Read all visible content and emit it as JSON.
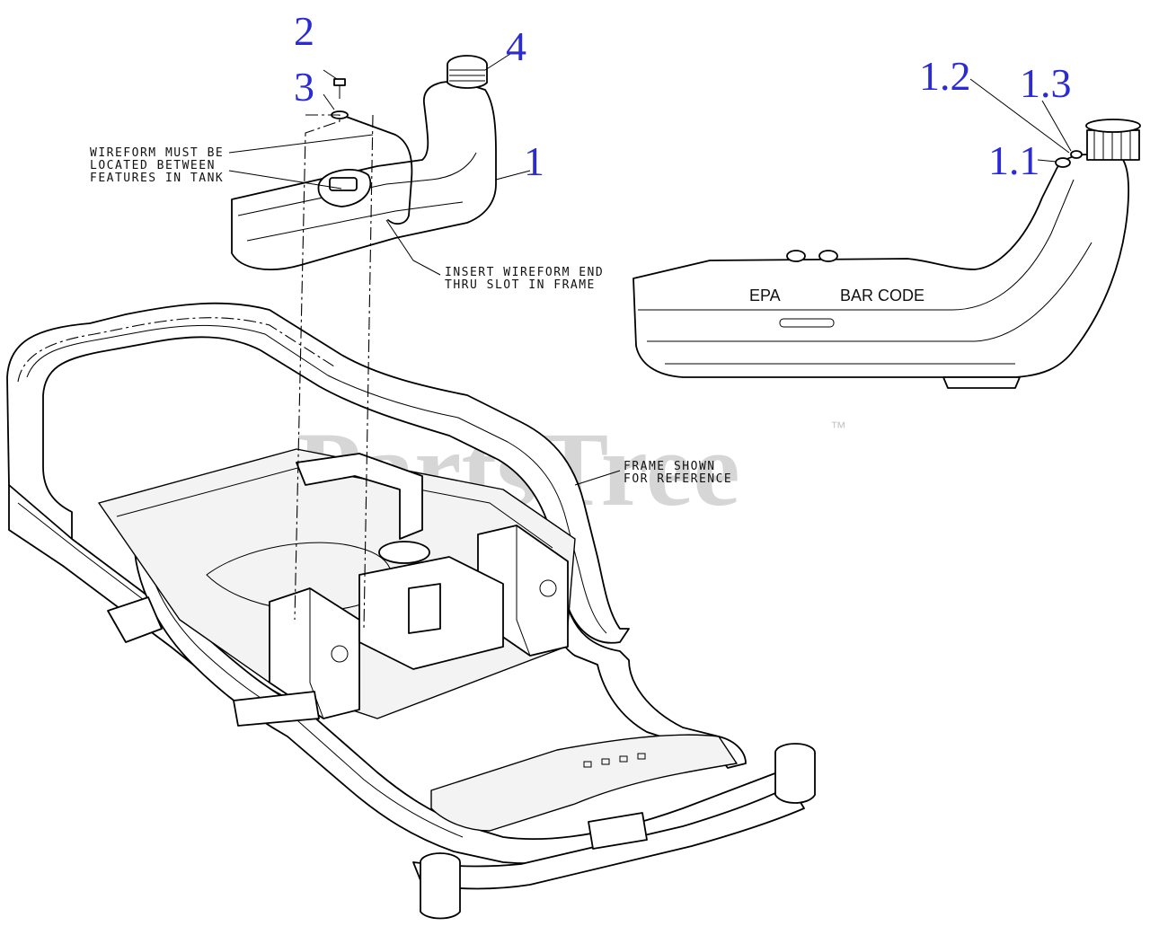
{
  "callouts": {
    "c1": "1",
    "c2": "2",
    "c3": "3",
    "c4": "4",
    "c1_1": "1.1",
    "c1_2": "1.2",
    "c1_3": "1.3"
  },
  "notes": {
    "wireform_line1": "WIREFORM MUST BE",
    "wireform_line2": "LOCATED BETWEEN",
    "wireform_line3": "FEATURES IN TANK",
    "insert_line1": "INSERT WIREFORM END",
    "insert_line2": "THRU SLOT IN FRAME",
    "frame_line1": "FRAME SHOWN",
    "frame_line2": "FOR REFERENCE"
  },
  "tank_labels": {
    "epa": "EPA",
    "barcode": "BAR CODE"
  },
  "watermark": {
    "text": "PartsTree",
    "trademark": "™"
  },
  "colors": {
    "callout": "#2b2bd6",
    "line": "#000000",
    "watermark": "#c9c9c9"
  }
}
